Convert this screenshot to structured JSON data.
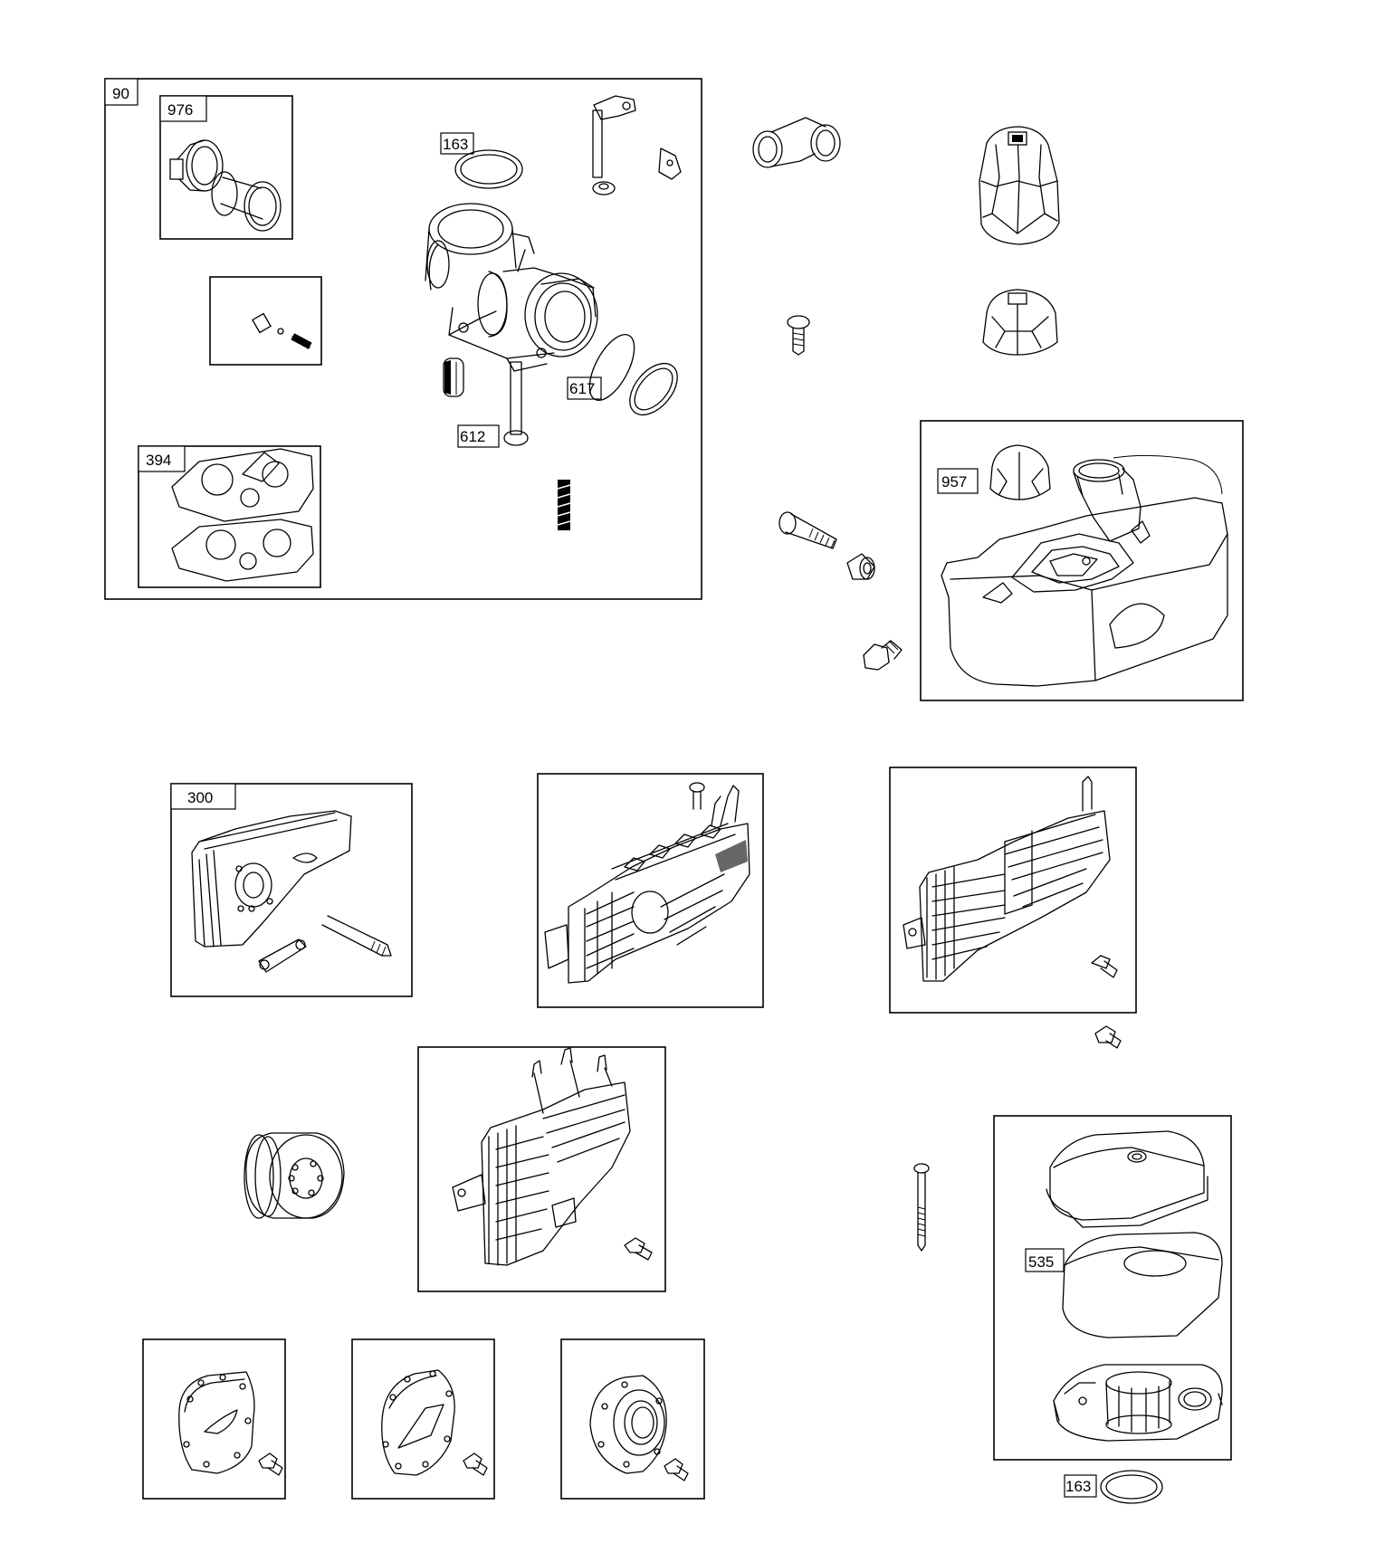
{
  "callouts": {
    "c90": "90",
    "c976": "976",
    "c163_top": "163",
    "c617": "617",
    "c612": "612",
    "c394": "394",
    "c957": "957",
    "c300": "300",
    "c535": "535",
    "c163_bottom": "163"
  }
}
